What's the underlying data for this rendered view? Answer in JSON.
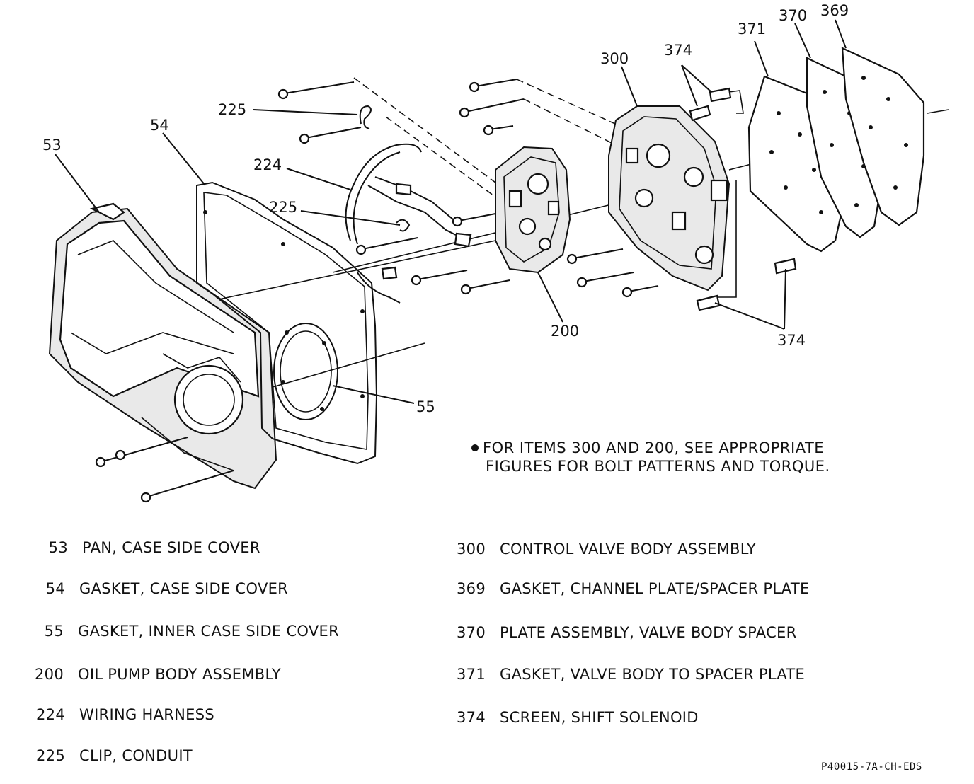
{
  "callouts": {
    "c53": "53",
    "c54": "54",
    "c225a": "225",
    "c224": "224",
    "c225b": "225",
    "c300": "300",
    "c374a": "374",
    "c371": "371",
    "c370": "370",
    "c369": "369",
    "c200": "200",
    "c374b": "374",
    "c55": "55"
  },
  "note": {
    "line1": "FOR ITEMS 300 AND 200, SEE APPROPRIATE",
    "line2": "FIGURES FOR BOLT PATTERNS AND TORQUE."
  },
  "legend_left": [
    {
      "num": "53",
      "desc": "PAN, CASE SIDE COVER"
    },
    {
      "num": "54",
      "desc": "GASKET, CASE SIDE COVER"
    },
    {
      "num": "55",
      "desc": "GASKET, INNER CASE SIDE COVER"
    },
    {
      "num": "200",
      "desc": "OIL PUMP BODY ASSEMBLY"
    },
    {
      "num": "224",
      "desc": "WIRING HARNESS"
    },
    {
      "num": "225",
      "desc": "CLIP, CONDUIT"
    }
  ],
  "legend_right": [
    {
      "num": "300",
      "desc": "CONTROL VALVE BODY ASSEMBLY"
    },
    {
      "num": "369",
      "desc": "GASKET, CHANNEL PLATE/SPACER PLATE"
    },
    {
      "num": "370",
      "desc": "PLATE ASSEMBLY, VALVE BODY SPACER"
    },
    {
      "num": "371",
      "desc": "GASKET, VALVE BODY TO SPACER PLATE"
    },
    {
      "num": "374",
      "desc": "SCREEN, SHIFT SOLENOID"
    }
  ],
  "figure_code": "P40015-7A-CH-EDS"
}
